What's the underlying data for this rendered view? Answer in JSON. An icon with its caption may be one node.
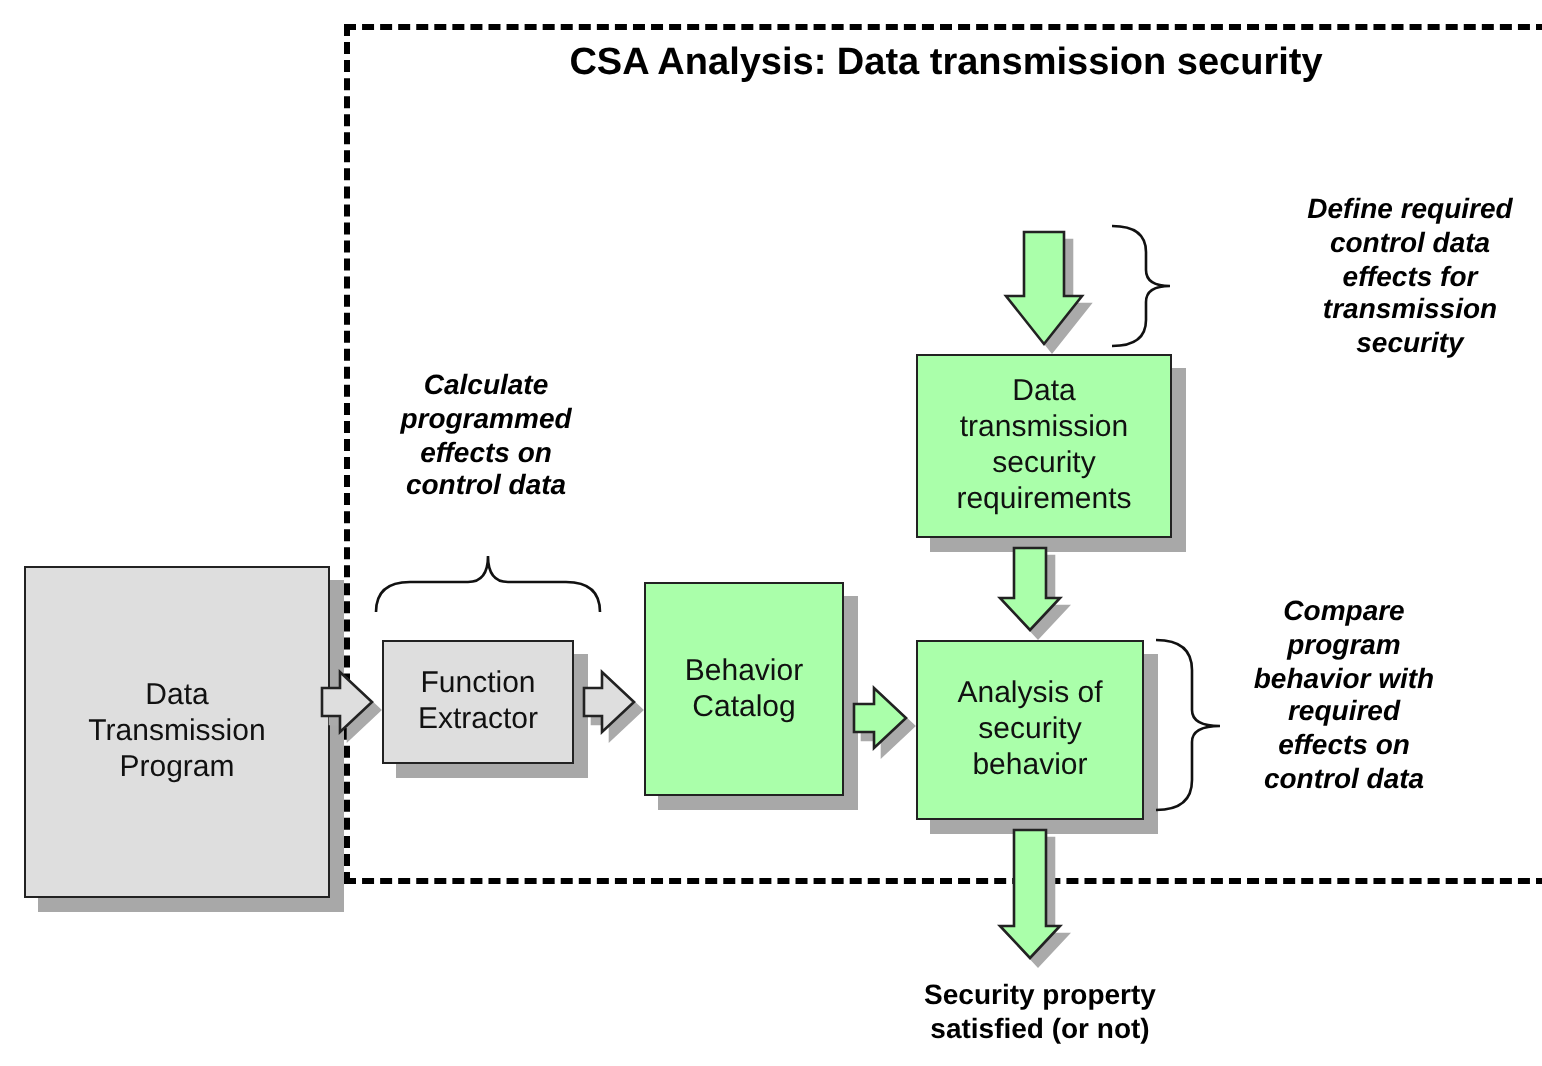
{
  "diagram": {
    "title": "CSA Analysis: Data transmission security",
    "nodes": [
      {
        "text": [],
        "shape": "box"
      },
      {
        "text": [
          "Data Transmission Program"
        ]
      },
      {
        "text": [
          "Function Extractor"
        ],
        "in": 0
      },
      {
        "text": [
          "Behavior Catalog"
        ],
        "in": 0
      },
      {
        "text": [
          "Data transmission security requirements"
        ],
        "in": 0
      },
      {
        "text": [
          "Analysis of security behavior"
        ],
        "in": 0
      },
      {
        "text": [
          "Security property satisfied (or not)"
        ]
      }
    ],
    "edges": [
      {
        "from": 1,
        "to": 2,
        "arrow": "to"
      },
      {
        "from": 2,
        "to": 3,
        "arrow": "to"
      },
      {
        "from": 3,
        "to": 5,
        "arrow": "to"
      },
      {
        "from": 4,
        "to": 5,
        "arrow": "to"
      },
      {
        "from": null,
        "to": 4,
        "arrow": "to"
      },
      {
        "from": 5,
        "to": 6,
        "arrow": "to"
      }
    ],
    "labels": [
      "Calculate programmed effects on control data",
      "Define required control data effects for transmission security",
      "Compare program behavior with required effects on control data"
    ]
  }
}
